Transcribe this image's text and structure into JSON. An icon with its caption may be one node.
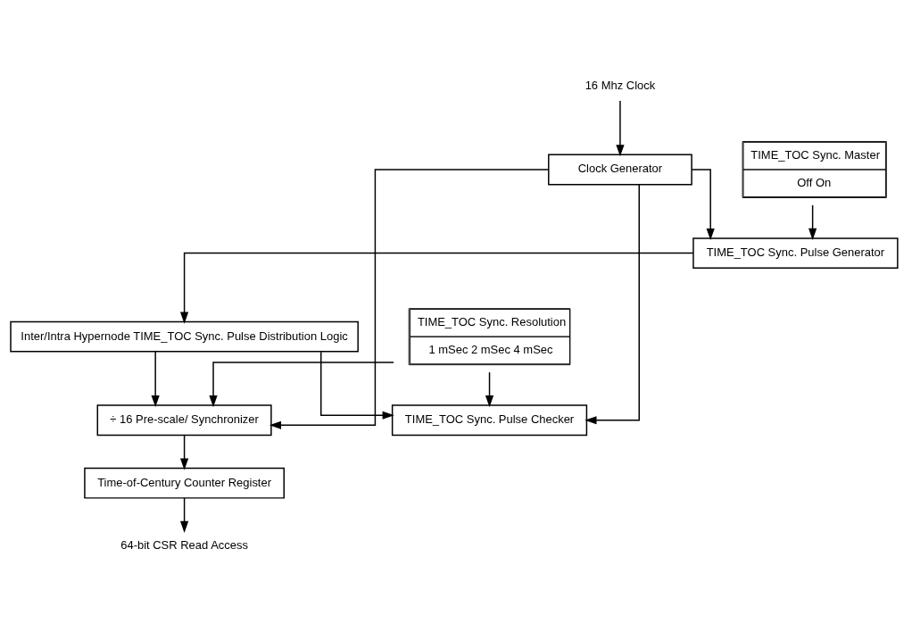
{
  "diagram": {
    "nodes": [
      {
        "text": [
          "TIME_TOC Sync. Pulse Generator"
        ]
      },
      {
        "text": [
          "TIME_TOC Sync. Master",
          "Off On"
        ]
      },
      {
        "text": [
          "Inter/Intra Hypernode TIME_TOC Sync. Pulse Distribution Logic"
        ]
      },
      {
        "text": [
          "TIME_TOC Sync. Resolution",
          "1 mSec 2 mSec 4 mSec"
        ]
      },
      {
        "text": [
          "TIME_TOC Sync. Pulse Checker"
        ]
      },
      {
        "text": [
          "Time-of-Century Counter Register"
        ]
      },
      {
        "text": [
          "÷ 16 Pre-scale/ Synchronizer"
        ]
      },
      {
        "text": [
          "Clock Generator"
        ]
      },
      {
        "text": [
          "16 Mhz Clock"
        ]
      },
      {
        "text": [
          "64-bit CSR Read Access"
        ]
      }
    ],
    "edges": [
      {
        "from": 1,
        "to": 0,
        "arrow": "to"
      },
      {
        "from": 7,
        "to": 0,
        "arrow": "to"
      },
      {
        "from": 0,
        "to": 2,
        "arrow": "to"
      },
      {
        "from": 2,
        "to": 4,
        "arrow": "to"
      },
      {
        "from": 2,
        "to": 6,
        "arrow": "to"
      },
      {
        "from": 7,
        "to": 4,
        "arrow": "to"
      },
      {
        "from": 3,
        "to": 4,
        "arrow": "to"
      },
      {
        "from": 3,
        "to": 6,
        "arrow": "to"
      },
      {
        "from": 6,
        "to": 5,
        "arrow": "to"
      },
      {
        "from": 7,
        "to": 6,
        "arrow": "to"
      },
      {
        "from": 8,
        "to": 7,
        "arrow": "to"
      },
      {
        "from": 5,
        "to": 9,
        "arrow": "to"
      }
    ]
  }
}
